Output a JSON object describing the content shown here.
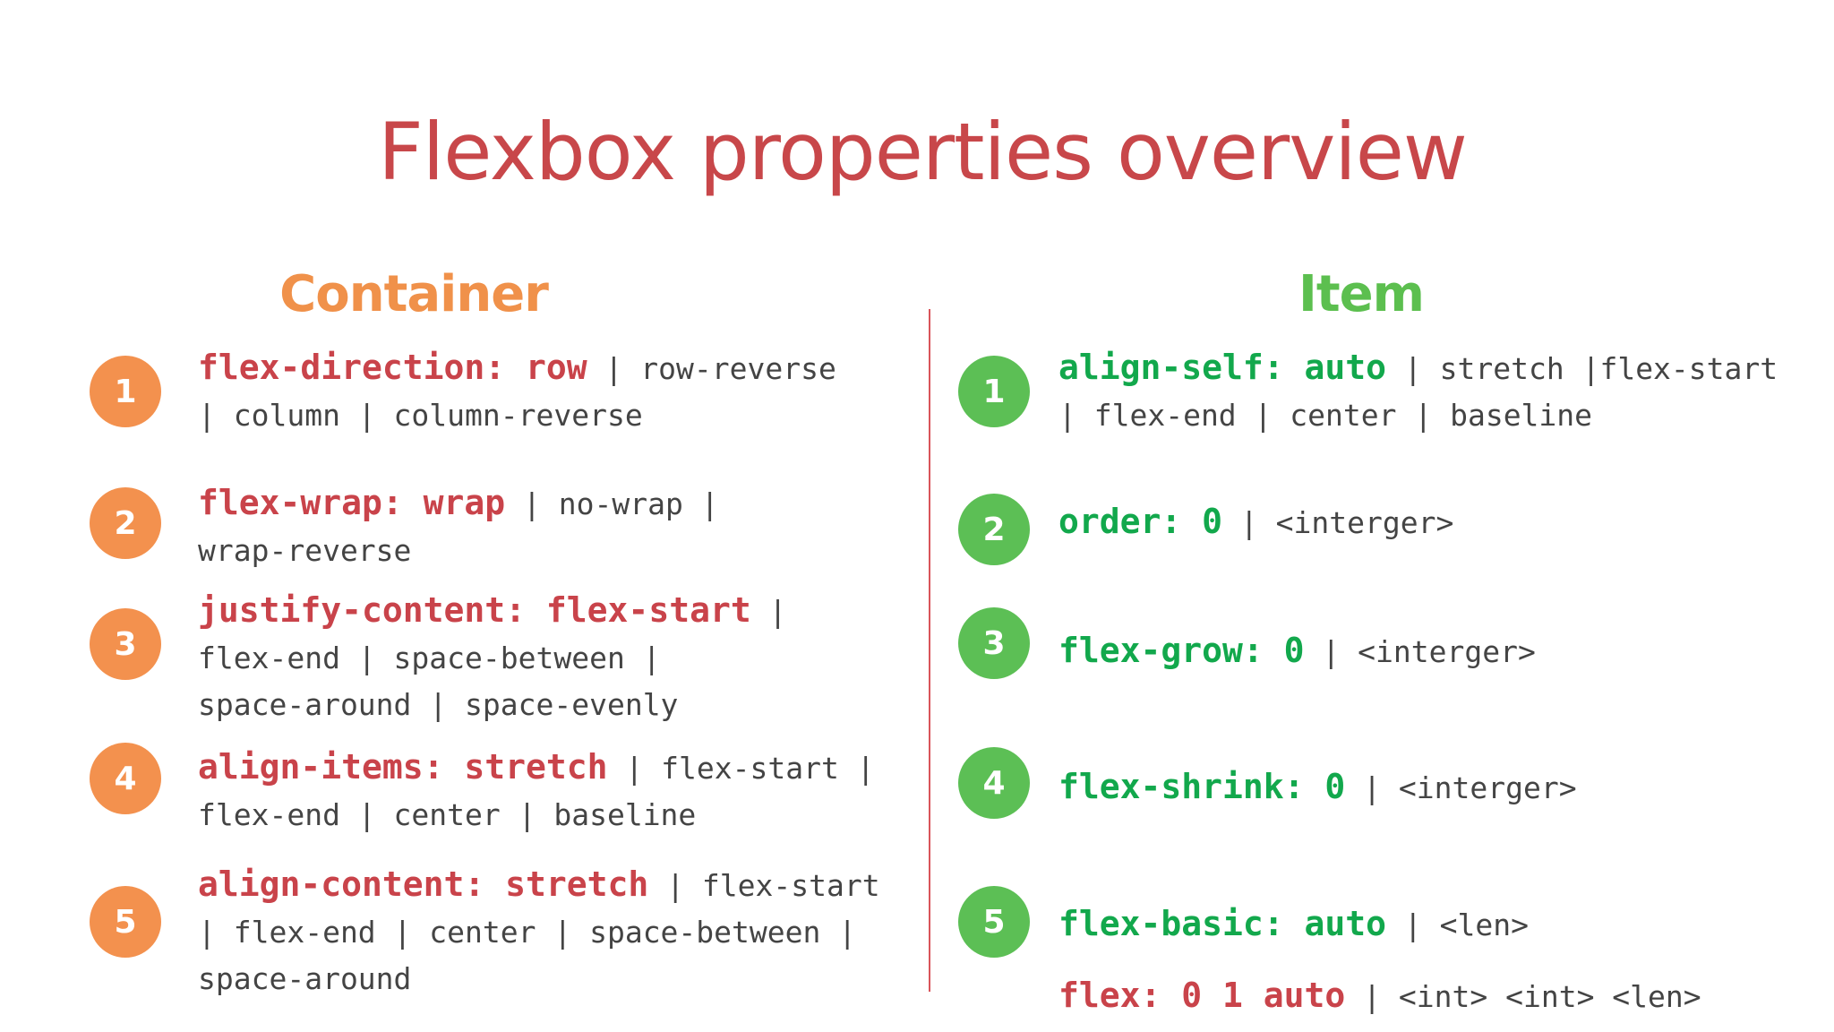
{
  "title": "Flexbox properties overview",
  "colors": {
    "title": "#c8474a",
    "container": "#f0914a",
    "item": "#5cbf4f",
    "key_red": "#c9434a",
    "key_green": "#12a84c",
    "text": "#444444"
  },
  "container": {
    "heading": "Container",
    "items": [
      {
        "number": "1",
        "lines": [
          [
            {
              "t": "flex-direction: row",
              "k": true
            },
            {
              "t": " | row-reverse",
              "k": false
            }
          ],
          [
            {
              "t": "| column | column-reverse",
              "k": false
            }
          ]
        ]
      },
      {
        "number": "2",
        "lines": [
          [
            {
              "t": "flex-wrap: wrap",
              "k": true
            },
            {
              "t": " | no-wrap |",
              "k": false
            }
          ],
          [
            {
              "t": "wrap-reverse",
              "k": false
            }
          ]
        ]
      },
      {
        "number": "3",
        "lines": [
          [
            {
              "t": "justify-content: flex-start",
              "k": true
            },
            {
              "t": " |",
              "k": false
            }
          ],
          [
            {
              "t": "flex-end | space-between |",
              "k": false
            }
          ],
          [
            {
              "t": "space-around | space-evenly",
              "k": false
            }
          ]
        ]
      },
      {
        "number": "4",
        "lines": [
          [
            {
              "t": "align-items: stretch",
              "k": true
            },
            {
              "t": " | flex-start |",
              "k": false
            }
          ],
          [
            {
              "t": "flex-end | center | baseline",
              "k": false
            }
          ]
        ]
      },
      {
        "number": "5",
        "lines": [
          [
            {
              "t": "align-content: stretch",
              "k": true
            },
            {
              "t": " | flex-start",
              "k": false
            }
          ],
          [
            {
              "t": "| flex-end | center | space-between |",
              "k": false
            }
          ],
          [
            {
              "t": "space-around",
              "k": false
            }
          ]
        ]
      }
    ]
  },
  "item": {
    "heading": "Item",
    "items": [
      {
        "number": "1",
        "lines": [
          [
            {
              "t": "align-self: auto",
              "k": true
            },
            {
              "t": " | stretch |flex-start",
              "k": false
            }
          ],
          [
            {
              "t": "| flex-end | center | baseline",
              "k": false
            }
          ]
        ]
      },
      {
        "number": "2",
        "lines": [
          [
            {
              "t": "order: 0",
              "k": true
            },
            {
              "t": " | <interger>",
              "k": false
            }
          ]
        ]
      },
      {
        "number": "3",
        "lines": [
          [
            {
              "t": "flex-grow: 0",
              "k": true
            },
            {
              "t": " | <interger>",
              "k": false
            }
          ]
        ]
      },
      {
        "number": "4",
        "lines": [
          [
            {
              "t": "flex-shrink: 0",
              "k": true
            },
            {
              "t": " | <interger>",
              "k": false
            }
          ]
        ]
      },
      {
        "number": "5",
        "lines": [
          [
            {
              "t": "flex-basic: auto",
              "k": true
            },
            {
              "t": " | <len>",
              "k": false
            }
          ]
        ]
      }
    ],
    "shorthand": {
      "lines": [
        [
          {
            "t": "flex: 0 1 auto",
            "k": true
          },
          {
            "t": " | <int> <int> <len>",
            "k": false
          }
        ]
      ]
    }
  }
}
